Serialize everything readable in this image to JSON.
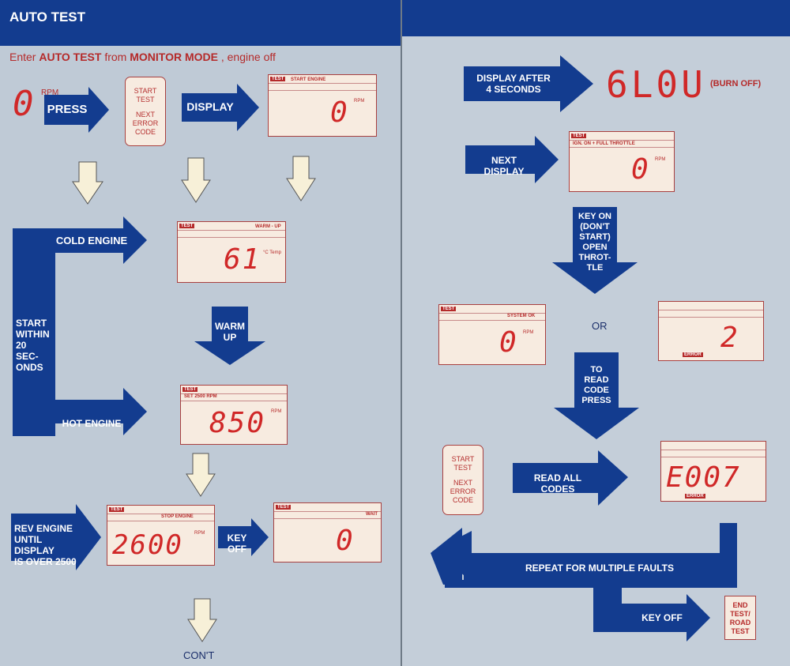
{
  "left": {
    "title": "AUTO TEST",
    "intro_pre": "Enter ",
    "intro_b1": "AUTO TEST",
    "intro_mid": " from ",
    "intro_b2": "MONITOR MODE",
    "intro_post": " , engine off",
    "start_rpm_value": "0",
    "start_rpm_unit": "RPM",
    "press": "PRESS",
    "button_lines": [
      "START",
      "TEST",
      "NEXT",
      "ERROR",
      "CODE"
    ],
    "display": "DISPLAY",
    "lcd1": {
      "tag": "TEST",
      "msg": "START ENGINE",
      "value": "0",
      "unit": "RPM"
    },
    "cold_engine": "COLD ENGINE",
    "start_within": [
      "START",
      "WITHIN",
      "20",
      "SEC-",
      "ONDS"
    ],
    "lcd2": {
      "tag": "TEST",
      "msg": "WARM - UP",
      "value": "61",
      "unit": "°C Temp"
    },
    "warm_up": [
      "WARM",
      "UP"
    ],
    "hot_engine": "HOT ENGINE",
    "lcd3": {
      "tag": "TEST",
      "msg": "SET   2500   RPM",
      "value": "850",
      "unit": "RPM"
    },
    "rev_engine": [
      "REV ENGINE",
      "UNTIL DISPLAY",
      "IS OVER 2500"
    ],
    "lcd4": {
      "tag": "TEST",
      "msg": "STOP   ENGINE",
      "value": "2600",
      "unit": "RPM"
    },
    "key_off": "KEY OFF",
    "lcd5": {
      "tag": "TEST",
      "msg": "WAIT",
      "value": "0"
    },
    "cont": "CON'T"
  },
  "right": {
    "display_after": [
      "DISPLAY AFTER",
      "4 SECONDS"
    ],
    "glow": "6L0U",
    "burn_off": "(BURN OFF)",
    "next_display": "NEXT DISPLAY",
    "lcd6": {
      "tag": "TEST",
      "msg": "IGN. ON + FULL   THROTTLE",
      "value": "0",
      "unit": "RPM"
    },
    "key_on": [
      "KEY ON",
      "(DON'T",
      "START)",
      "OPEN",
      "THROT-",
      "TLE"
    ],
    "lcd7": {
      "tag": "TEST",
      "msg": "SYSTEM   OK",
      "value": "0",
      "unit": "RPM"
    },
    "or": "OR",
    "lcd8": {
      "value": "2",
      "error_tag": "ERROR"
    },
    "to_read": [
      "TO",
      "READ",
      "CODE",
      "PRESS"
    ],
    "button_lines": [
      "START",
      "TEST",
      "NEXT",
      "ERROR",
      "CODE"
    ],
    "read_all": "READ ALL CODES",
    "lcd9": {
      "value": "E007",
      "error_tag": "ERROR"
    },
    "repeat": "REPEAT FOR MULTIPLE FAULTS",
    "key_off": "KEY OFF",
    "end_test": [
      "END",
      "TEST/",
      "ROAD",
      "TEST"
    ]
  },
  "colors": {
    "navy": "#133c8f",
    "card": "#bfcad6",
    "lcd_bg": "#f7ebe0",
    "lcd_red": "#d02828",
    "pale_arrow": "#f7f0d8"
  }
}
